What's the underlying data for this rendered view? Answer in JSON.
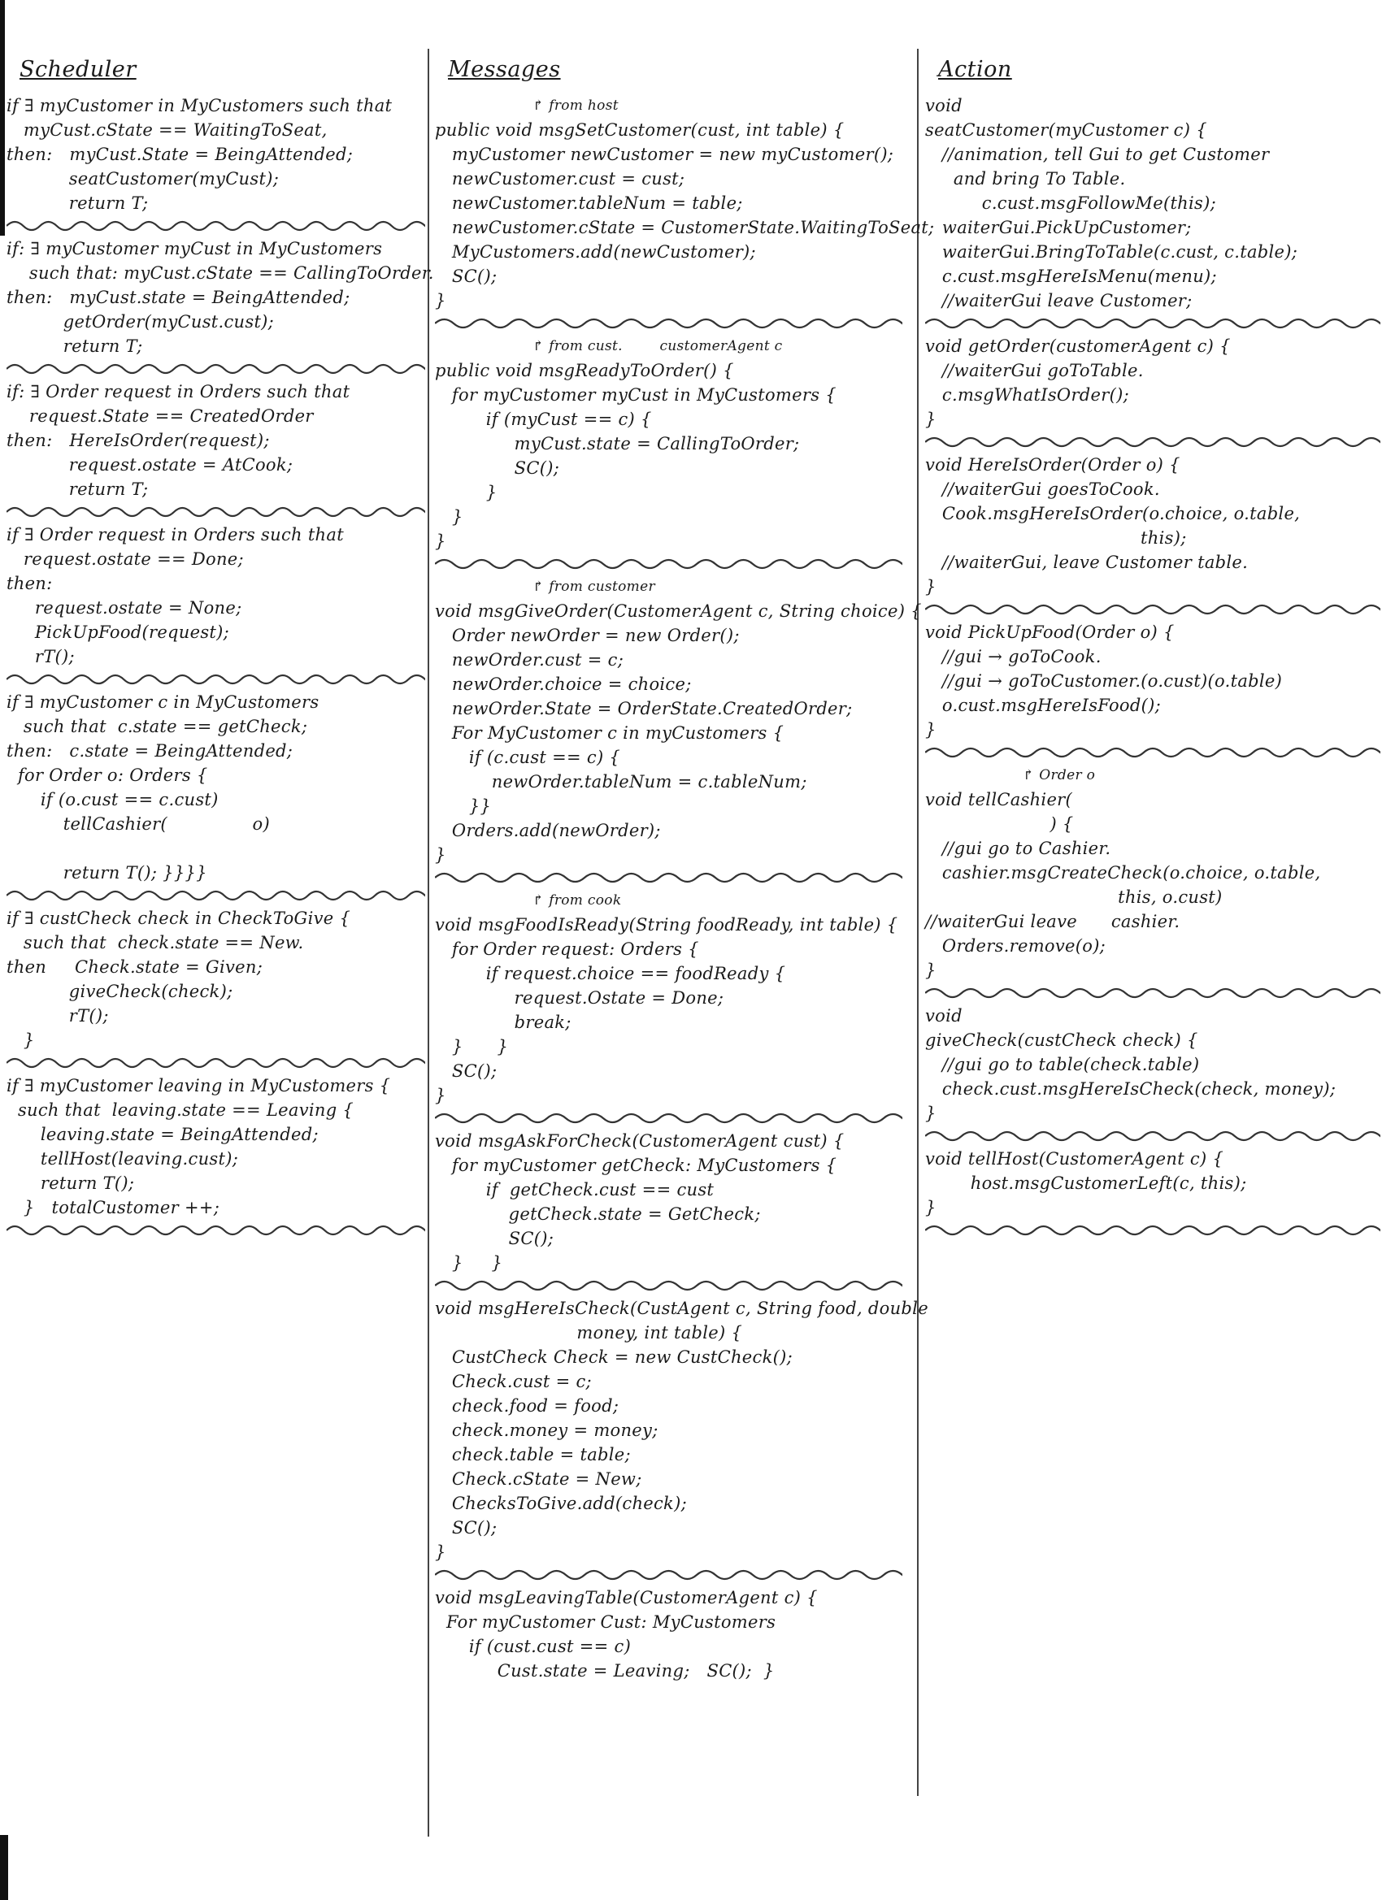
{
  "columns": {
    "scheduler": {
      "heading": "Scheduler",
      "blocks": [
        {
          "lines": [
            "if ∃ myCustomer in MyCustomers such that",
            "   myCust.cState == WaitingToSeat,",
            "then:   myCust.State = BeingAttended;",
            "           seatCustomer(myCust);",
            "           return T;"
          ]
        },
        {
          "lines": [
            "if: ∃ myCustomer myCust in MyCustomers",
            "    such that: myCust.cState == CallingToOrder.",
            "then:   myCust.state = BeingAttended;",
            "          getOrder(myCust.cust);",
            "          return T;"
          ]
        },
        {
          "lines": [
            "if: ∃ Order request in Orders such that",
            "    request.State == CreatedOrder",
            "then:   HereIsOrder(request);",
            "           request.ostate = AtCook;",
            "           return T;"
          ]
        },
        {
          "lines": [
            "if ∃ Order request in Orders such that",
            "   request.ostate == Done;",
            "then:",
            "     request.ostate = None;",
            "     PickUpFood(request);",
            "     rT();"
          ]
        },
        {
          "lines": [
            "if ∃ myCustomer c in MyCustomers",
            "   such that  c.state == getCheck;",
            "then:   c.state = BeingAttended;",
            "  for Order o: Orders {",
            "      if (o.cust == c.cust)",
            "          tellCashier(               o)",
            "",
            "          return T(); }}}}"
          ]
        },
        {
          "lines": [
            "if ∃ custCheck check in CheckToGive {",
            "   such that  check.state == New.",
            "then     Check.state = Given;",
            "           giveCheck(check);",
            "           rT();",
            "   }"
          ]
        },
        {
          "lines": [
            "if ∃ myCustomer leaving in MyCustomers {",
            "  such that  leaving.state == Leaving {",
            "      leaving.state = BeingAttended;",
            "      tellHost(leaving.cust);",
            "      return T();",
            "   }   totalCustomer ++;"
          ]
        }
      ]
    },
    "messages": {
      "heading": "Messages",
      "blocks": [
        {
          "note": "from host",
          "lines": [
            "public void msgSetCustomer(cust, int table) {",
            "   myCustomer newCustomer = new myCustomer();",
            "   newCustomer.cust = cust;",
            "   newCustomer.tableNum = table;",
            "   newCustomer.cState = CustomerState.WaitingToSeat;",
            "   MyCustomers.add(newCustomer);",
            "   SC();",
            "}"
          ]
        },
        {
          "note": "from cust.        customerAgent c",
          "lines": [
            "public void msgReadyToOrder() {",
            "   for myCustomer myCust in MyCustomers {",
            "         if (myCust == c) {",
            "              myCust.state = CallingToOrder;",
            "              SC();",
            "         }",
            "   }",
            "}"
          ]
        },
        {
          "note": "from customer",
          "lines": [
            "void msgGiveOrder(CustomerAgent c, String choice) {",
            "   Order newOrder = new Order();",
            "   newOrder.cust = c;",
            "   newOrder.choice = choice;",
            "   newOrder.State = OrderState.CreatedOrder;",
            "   For MyCustomer c in myCustomers {",
            "      if (c.cust == c) {",
            "          newOrder.tableNum = c.tableNum;",
            "      }}",
            "   Orders.add(newOrder);",
            "}"
          ]
        },
        {
          "note": "from cook",
          "lines": [
            "void msgFoodIsReady(String foodReady, int table) {",
            "   for Order request: Orders {",
            "         if request.choice == foodReady {",
            "              request.Ostate = Done;",
            "              break;",
            "   }      }",
            "   SC();",
            "}"
          ]
        },
        {
          "lines": [
            "void msgAskForCheck(CustomerAgent cust) {",
            "   for myCustomer getCheck: MyCustomers {",
            "         if  getCheck.cust == cust",
            "             getCheck.state = GetCheck;",
            "             SC();",
            "   }     }"
          ]
        },
        {
          "lines": [
            "void msgHereIsCheck(CustAgent c, String food, double",
            "                         money, int table) {",
            "   CustCheck Check = new CustCheck();",
            "   Check.cust = c;",
            "   check.food = food;",
            "   check.money = money;",
            "   check.table = table;",
            "   Check.cState = New;",
            "   ChecksToGive.add(check);",
            "   SC();",
            "}"
          ]
        },
        {
          "lines": [
            "void msgLeavingTable(CustomerAgent c) {",
            "  For myCustomer Cust: MyCustomers",
            "      if (cust.cust == c)",
            "           Cust.state = Leaving;   SC();  }"
          ]
        }
      ]
    },
    "action": {
      "heading": "Action",
      "blocks": [
        {
          "lines": [
            "void",
            "seatCustomer(myCustomer c) {",
            "   //animation, tell Gui to get Customer",
            "     and bring To Table.",
            "          c.cust.msgFollowMe(this);",
            "   waiterGui.PickUpCustomer;",
            "   waiterGui.BringToTable(c.cust, c.table);",
            "   c.cust.msgHereIsMenu(menu);",
            "   //waiterGui leave Customer;"
          ]
        },
        {
          "lines": [
            "void getOrder(customerAgent c) {",
            "   //waiterGui goToTable.",
            "   c.msgWhatIsOrder();",
            "}"
          ]
        },
        {
          "lines": [
            "void HereIsOrder(Order o) {",
            "   //waiterGui goesToCook.",
            "   Cook.msgHereIsOrder(o.choice, o.table,",
            "                                      this);",
            "   //waiterGui, leave Customer table.",
            "}"
          ]
        },
        {
          "lines": [
            "void PickUpFood(Order o) {",
            "   //gui → goToCook.",
            "   //gui → goToCustomer.(o.cust)(o.table)",
            "   o.cust.msgHereIsFood();",
            "}"
          ]
        },
        {
          "note": "Order o",
          "lines": [
            "void tellCashier(",
            "                      ) {",
            "   //gui go to Cashier.",
            "   cashier.msgCreateCheck(o.choice, o.table,",
            "                                  this, o.cust)",
            "//waiterGui leave      cashier.",
            "   Orders.remove(o);",
            "}"
          ]
        },
        {
          "lines": [
            "void",
            "giveCheck(custCheck check) {",
            "   //gui go to table(check.table)",
            "   check.cust.msgHereIsCheck(check, money);",
            "}"
          ]
        },
        {
          "lines": [
            "void tellHost(CustomerAgent c) {",
            "        host.msgCustomerLeft(c, this);",
            "}"
          ]
        }
      ]
    }
  }
}
